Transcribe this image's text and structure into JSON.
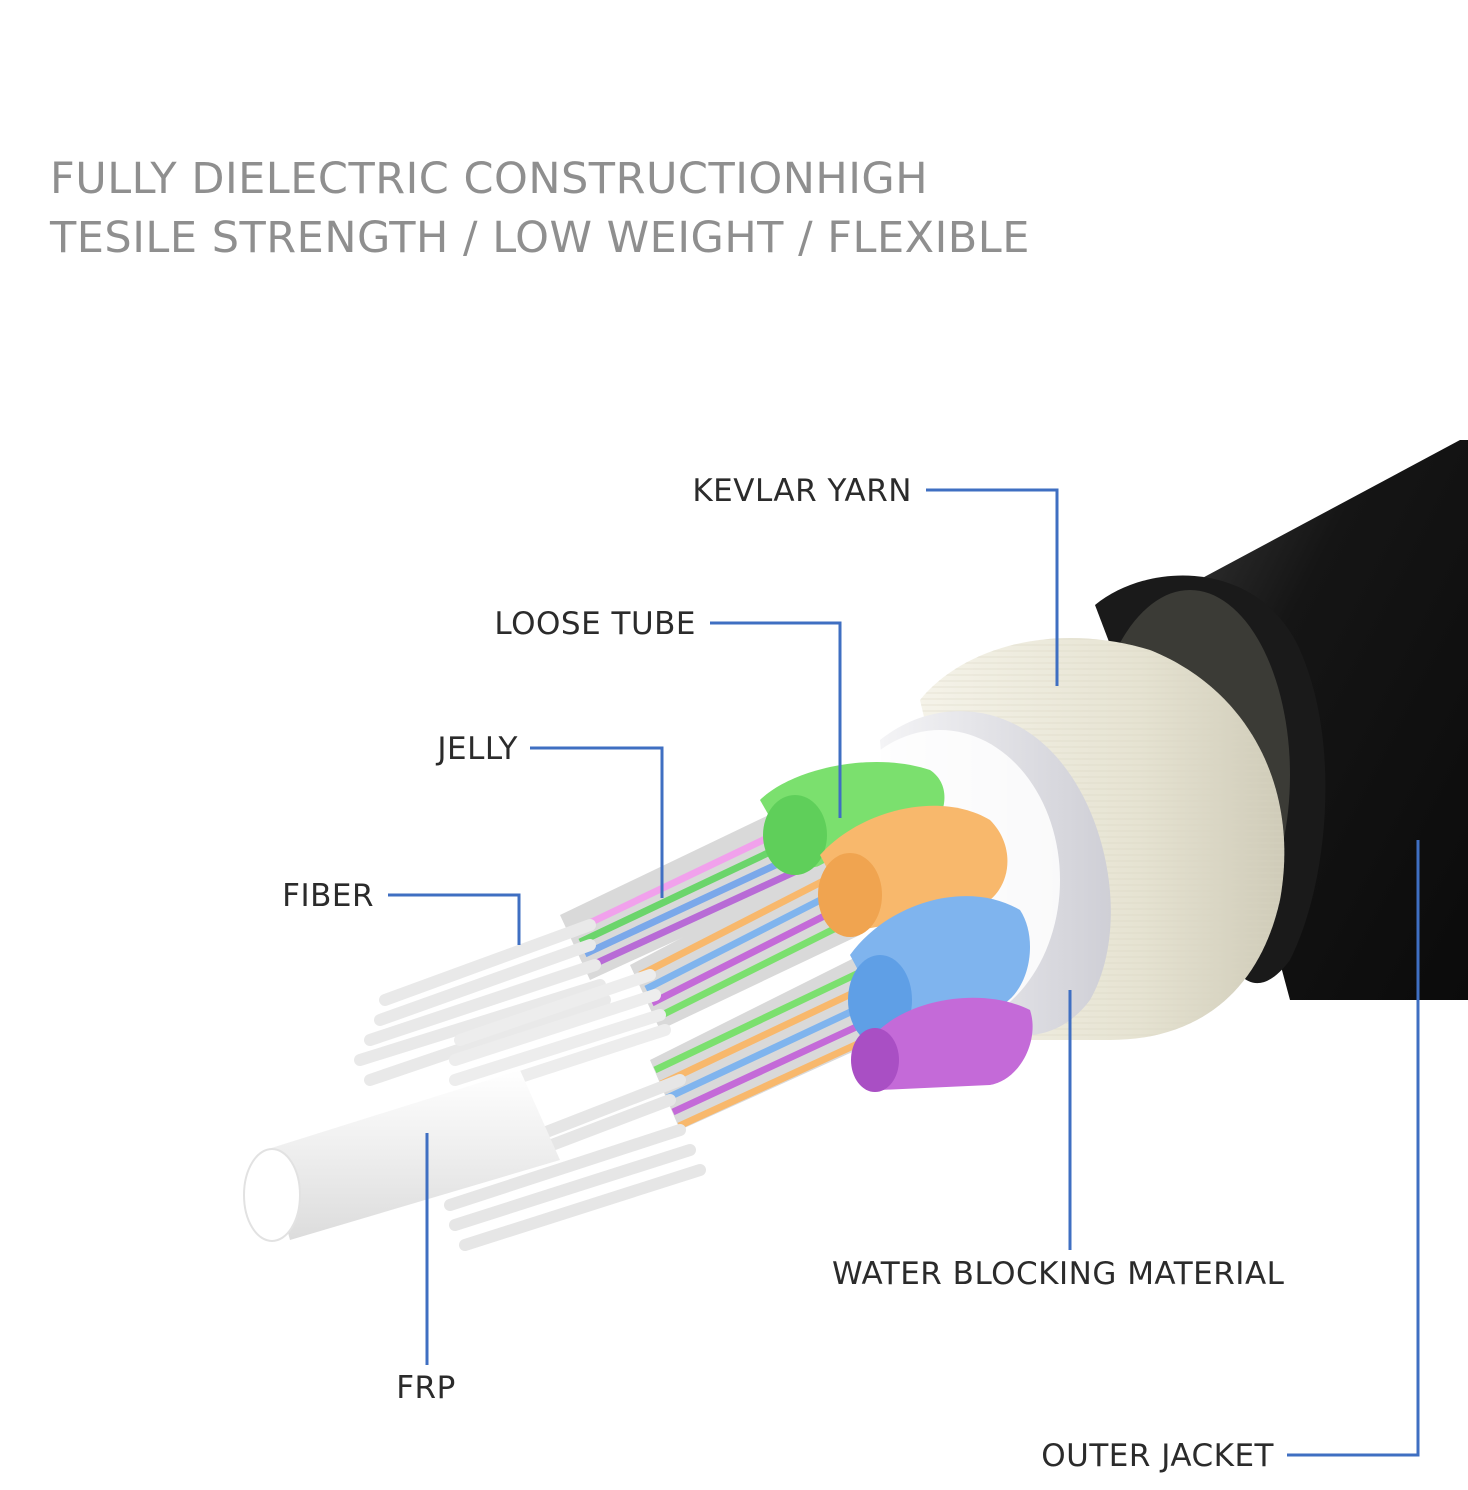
{
  "headline": {
    "line1": "FULLY DIELECTRIC CONSTRUCTIONHIGH",
    "line2": "TESILE STRENGTH / LOW WEIGHT / FLEXIBLE"
  },
  "labels": {
    "kevlar_yarn": "KEVLAR YARN",
    "loose_tube": "LOOSE TUBE",
    "jelly": "JELLY",
    "fiber": "FIBER",
    "frp": "FRP",
    "water_blocking_material": "WATER BLOCKING MATERIAL",
    "outer_jacket": "OUTER JACKET"
  },
  "colors": {
    "leader": "#3f6fc2",
    "jacket": "#151515",
    "kevlar": "#e9e6d6",
    "water_block": "#e4e4e8",
    "tube_green": "#7be06e",
    "tube_orange": "#f8b86c",
    "tube_blue": "#7fb4ee",
    "tube_purple": "#c46ad8",
    "frp": "#f3f3f3"
  }
}
